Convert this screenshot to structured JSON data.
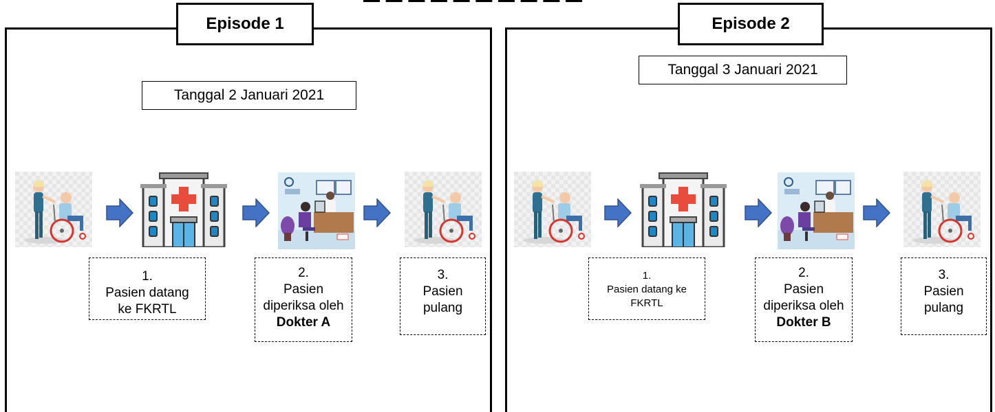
{
  "episodes": [
    {
      "title": "Episode 1",
      "date": "Tanggal 2 Januari 2021",
      "steps": [
        {
          "num": "1.",
          "lines": [
            "Pasien datang",
            "ke FKRTL"
          ]
        },
        {
          "num": "2.",
          "lines": [
            "Pasien",
            "diperiksa oleh"
          ],
          "doctor": "Dokter A"
        },
        {
          "num": "3.",
          "lines": [
            "Pasien",
            "pulang"
          ]
        }
      ]
    },
    {
      "title": "Episode 2",
      "date": "Tanggal 3 Januari 2021",
      "steps": [
        {
          "num": "1.",
          "lines": [
            "Pasien datang ke",
            "FKRTL"
          ]
        },
        {
          "num": "2.",
          "lines": [
            "Pasien",
            "diperiksa oleh"
          ],
          "doctor": "Dokter B"
        },
        {
          "num": "3.",
          "lines": [
            "Pasien",
            "pulang"
          ]
        }
      ]
    }
  ],
  "icons": [
    "wheelchair-patient-icon",
    "hospital-building-icon",
    "doctor-office-icon",
    "arrow-right-icon"
  ],
  "colors": {
    "arrow": "#4472C4",
    "border": "#000000",
    "hospital_cross": "#E74C3C",
    "hospital_window": "#1E88C7"
  }
}
